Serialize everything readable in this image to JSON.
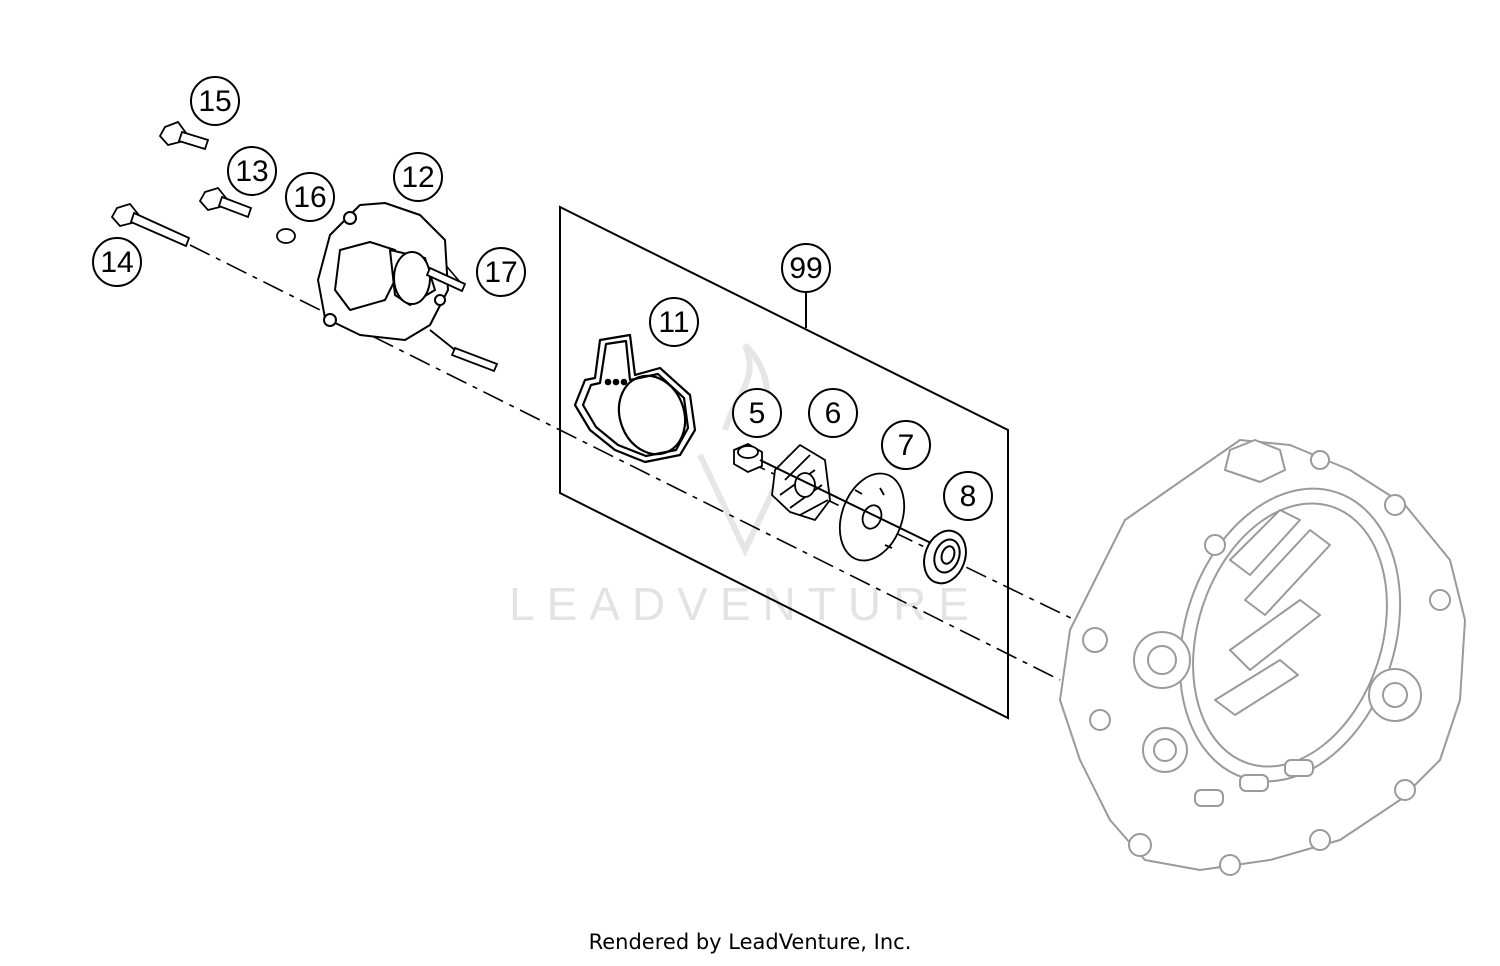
{
  "diagram": {
    "callouts": [
      {
        "id": "c15",
        "label": "15"
      },
      {
        "id": "c13",
        "label": "13"
      },
      {
        "id": "c16",
        "label": "16"
      },
      {
        "id": "c12",
        "label": "12"
      },
      {
        "id": "c14",
        "label": "14"
      },
      {
        "id": "c17",
        "label": "17"
      },
      {
        "id": "c99",
        "label": "99"
      },
      {
        "id": "c11",
        "label": "11"
      },
      {
        "id": "c5",
        "label": "5"
      },
      {
        "id": "c6",
        "label": "6"
      },
      {
        "id": "c7",
        "label": "7"
      },
      {
        "id": "c8",
        "label": "8"
      }
    ],
    "watermark": "LEADVENTURE",
    "footer": "Rendered by LeadVenture, Inc."
  }
}
